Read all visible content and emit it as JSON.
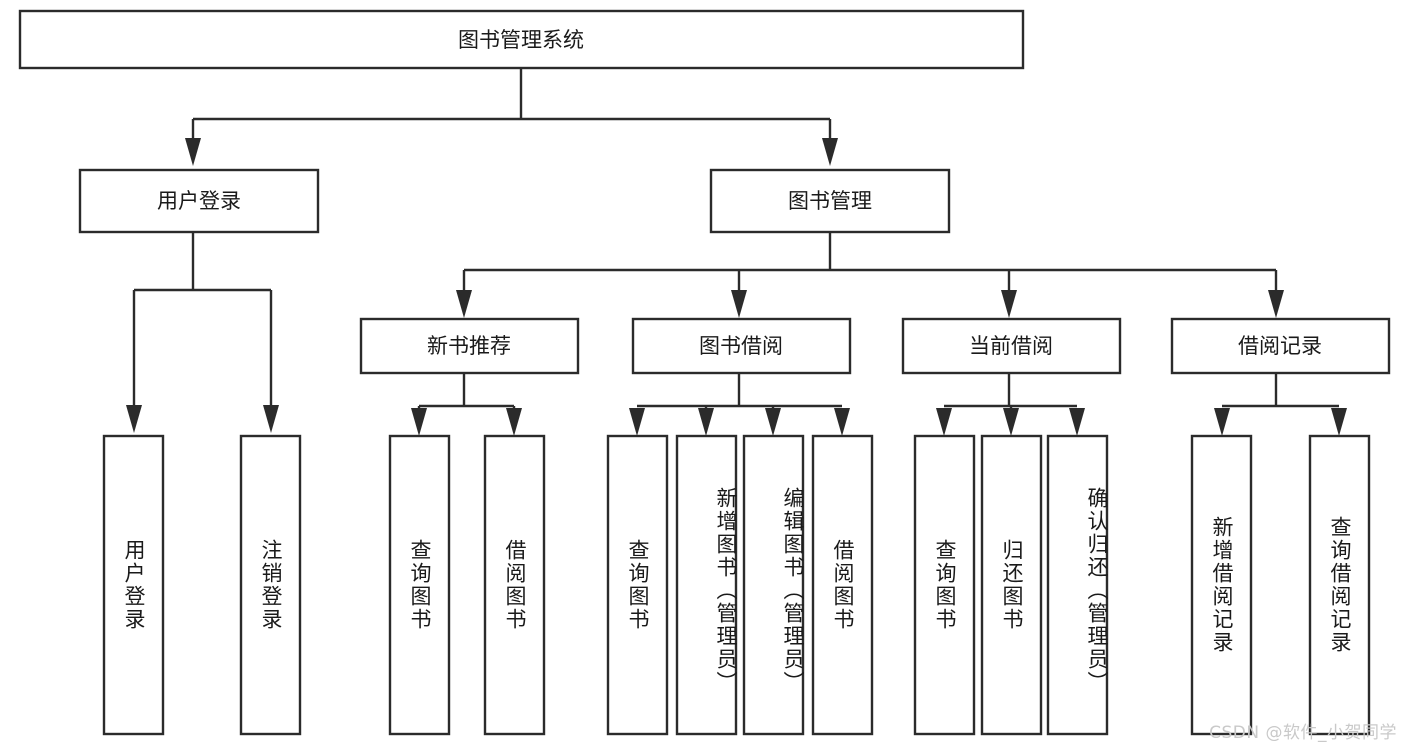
{
  "diagram": {
    "title": "图书管理系统",
    "watermark": "CSDN @软件_小贺同学",
    "colors": {
      "stroke": "#2b2b2b",
      "fill": "#ffffff",
      "text": "#1a1a1a",
      "watermark": "#c9c9c9",
      "background": "#ffffff"
    },
    "root": {
      "label": "图书管理系统"
    },
    "level1": [
      {
        "label": "用户登录"
      },
      {
        "label": "图书管理"
      }
    ],
    "level2": [
      {
        "label": "新书推荐"
      },
      {
        "label": "图书借阅"
      },
      {
        "label": "当前借阅"
      },
      {
        "label": "借阅记录"
      }
    ],
    "leaves": {
      "user_login": [
        {
          "label": "用户登录"
        },
        {
          "label": "注销登录"
        }
      ],
      "new_book_recommend": [
        {
          "label": "查询图书"
        },
        {
          "label": "借阅图书"
        }
      ],
      "book_borrow": [
        {
          "label": "查询图书"
        },
        {
          "label": "新增图书（管理员）"
        },
        {
          "label": "编辑图书（管理员）"
        },
        {
          "label": "借阅图书"
        }
      ],
      "current_borrow": [
        {
          "label": "查询图书"
        },
        {
          "label": "归还图书"
        },
        {
          "label": "确认归还（管理员）"
        }
      ],
      "borrow_record": [
        {
          "label": "新增借阅记录"
        },
        {
          "label": "查询借阅记录"
        }
      ]
    }
  }
}
